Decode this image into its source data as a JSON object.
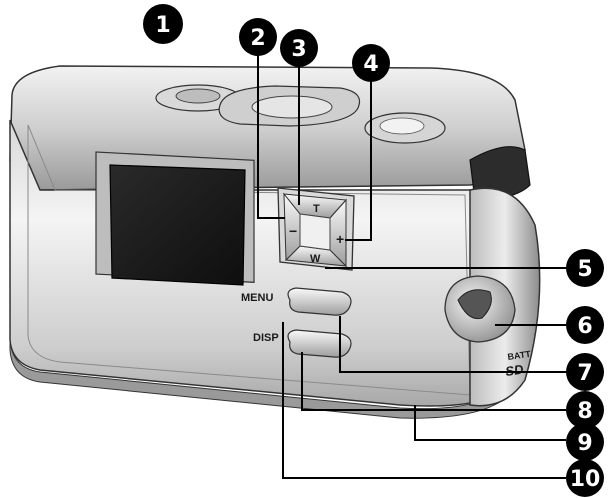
{
  "camera": {
    "labels": {
      "menu": "MENU",
      "disp": "DISP",
      "tele": "T",
      "wide": "W",
      "minus": "−",
      "plus": "+",
      "batt": "BATT",
      "sd": "SD"
    }
  },
  "callouts": [
    {
      "id": 1,
      "label": "1"
    },
    {
      "id": 2,
      "label": "2"
    },
    {
      "id": 3,
      "label": "3"
    },
    {
      "id": 4,
      "label": "4"
    },
    {
      "id": 5,
      "label": "5"
    },
    {
      "id": 6,
      "label": "6"
    },
    {
      "id": 7,
      "label": "7"
    },
    {
      "id": 8,
      "label": "8"
    },
    {
      "id": 9,
      "label": "9"
    },
    {
      "id": 10,
      "label": "10"
    }
  ],
  "colors": {
    "callout_fill": "#000000",
    "callout_text": "#ffffff",
    "body_light": "#e6e6e6",
    "body_dark": "#7a7a7a",
    "lcd": "#1c1c1c"
  }
}
